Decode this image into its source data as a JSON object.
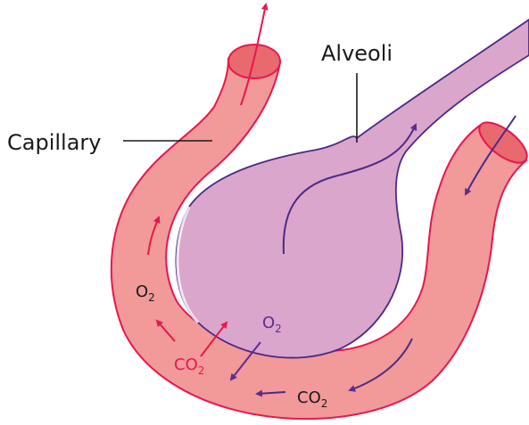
{
  "labels": {
    "capillary": "Capillary",
    "alveoli": "Alveoli"
  },
  "gases": {
    "o2_capillary": {
      "base": "O",
      "subscript": "2"
    },
    "co2_capillary": {
      "base": "CO",
      "subscript": "2"
    },
    "o2_alveolus": {
      "base": "O",
      "subscript": "2"
    },
    "co2_bottom": {
      "base": "CO",
      "subscript": "2"
    }
  },
  "colors": {
    "capillary_fill": "#f2999a",
    "capillary_outline": "#e8174d",
    "capillary_end_fill": "#e8696e",
    "alveolus_fill": "#dba6cc",
    "alveolus_outline": "#4b2a86",
    "oxygen_arrow": "#e8174d",
    "carbon_dioxide_arrow": "#5b2d90",
    "label_text": "#1a1a1a",
    "leader_line": "#1a1a1a"
  }
}
